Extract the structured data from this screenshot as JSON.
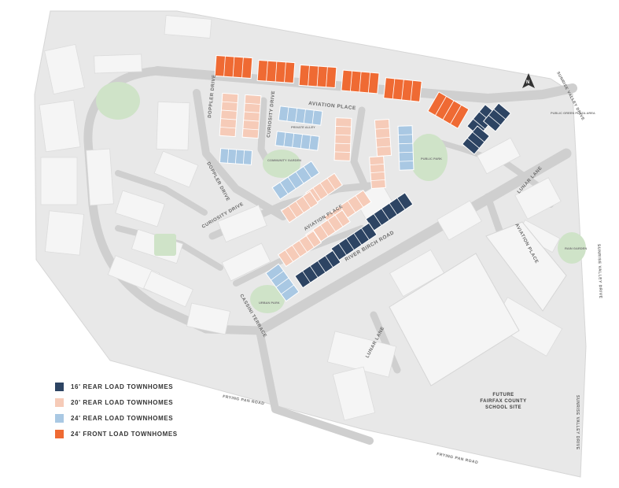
{
  "colors": {
    "background": "#ffffff",
    "site": "#e8e8e8",
    "road": "#cfcfcf",
    "building": "#f3f3f3",
    "park": "#cfe3c8",
    "rear16": "#2d4463",
    "rear20": "#f6cbb8",
    "rear24": "#a9c8e3",
    "front24": "#ef6a33"
  },
  "legend": [
    {
      "label": "16' REAR LOAD TOWNHOMES",
      "color": "#2d4463"
    },
    {
      "label": "20' REAR LOAD TOWNHOMES",
      "color": "#f6cbb8"
    },
    {
      "label": "24' REAR LOAD TOWNHOMES",
      "color": "#a9c8e3"
    },
    {
      "label": "24' FRONT LOAD TOWNHOMES",
      "color": "#ef6a33"
    }
  ],
  "streets": {
    "aviation_place_north": "AVIATION PLACE",
    "aviation_place_center": "AVIATION PLACE",
    "aviation_place_east": "AVIATION PLACE",
    "doppler_drive": "DOPPLER DRIVE",
    "doppler_drive_lower": "DOPPLER DRIVE",
    "curiosity_drive": "CURIOSITY DRIVE",
    "curiosity_drive_lower": "CURIOSITY DRIVE",
    "river_birch_road": "RIVER BIRCH ROAD",
    "cassini_terrace": "CASSINI TERRACE",
    "lunar_lane": "LUNAR LANE",
    "lunar_lane_east": "LUNAR LANE",
    "frying_pan_road_west": "FRYING PAN ROAD",
    "frying_pan_road_south": "FRYING PAN ROAD",
    "sunrise_valley_drive_north": "SUNRISE VALLEY DRIVE",
    "sunrise_valley_drive_east": "SUNRISE VALLEY DRIVE",
    "sunrise_valley_drive_south": "SUNRISE VALLEY DRIVE"
  },
  "places": {
    "community_garden": "COMMUNITY GARDEN",
    "public_park": "PUBLIC PARK",
    "urban_park": "URBAN PARK",
    "rain_garden": "RAIN GARDEN",
    "public_green_plaza": "PUBLIC GREEN PLAZA AREA",
    "private_alley": "PRIVATE ALLEY",
    "future_school": [
      "FUTURE",
      "FAIRFAX COUNTY",
      "SCHOOL SITE"
    ]
  },
  "compass": "N"
}
